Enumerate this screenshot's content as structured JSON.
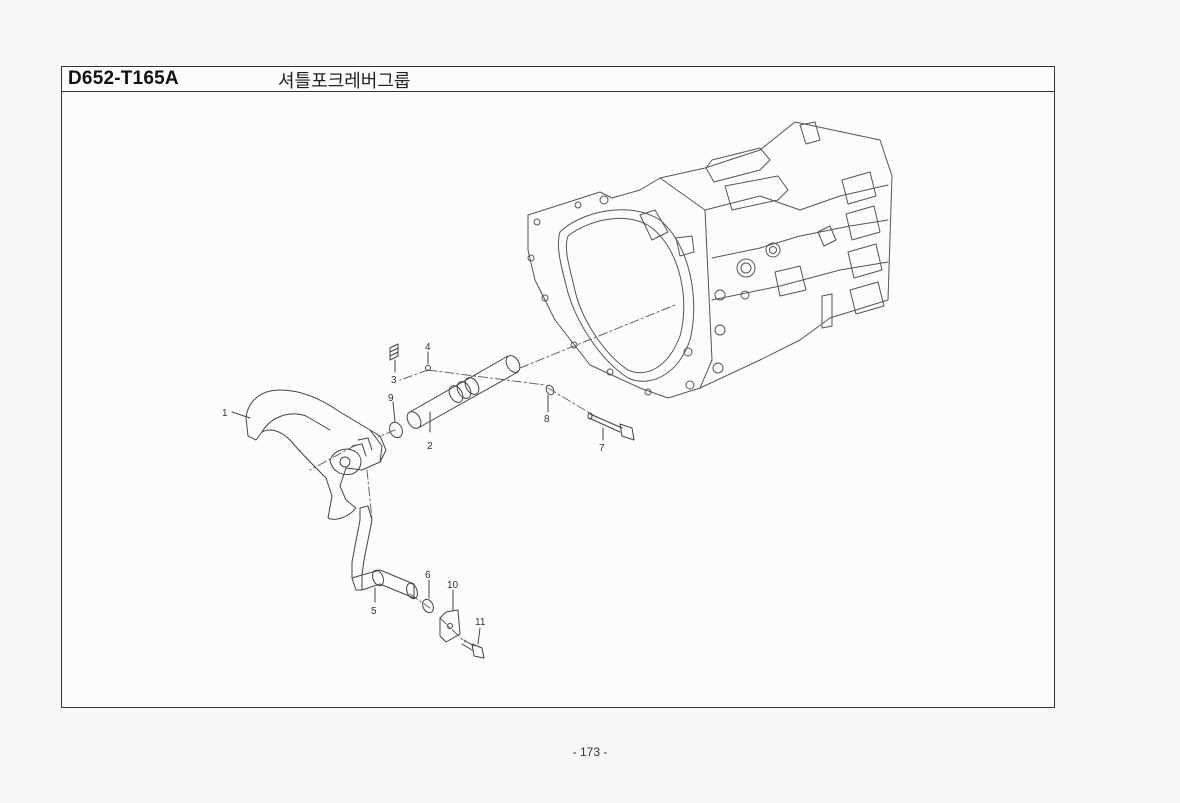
{
  "header": {
    "code": "D652-T165A",
    "title": "셔틀포크레버그룹"
  },
  "parts": [
    {
      "number": "1"
    },
    {
      "number": "2"
    },
    {
      "number": "3"
    },
    {
      "number": "4"
    },
    {
      "number": "5"
    },
    {
      "number": "6"
    },
    {
      "number": "7"
    },
    {
      "number": "8"
    },
    {
      "number": "9"
    },
    {
      "number": "10"
    },
    {
      "number": "11"
    }
  ],
  "footer": {
    "page_number": "- 173 -"
  }
}
